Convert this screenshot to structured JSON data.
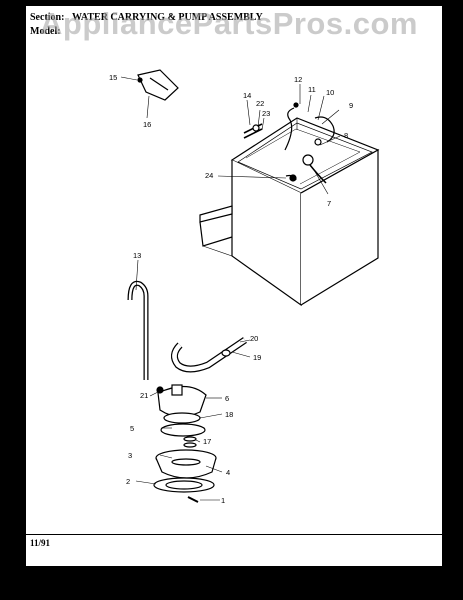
{
  "header": {
    "section_label": "Section:",
    "section_title": "WATER CARRYING & PUMP ASSEMBLY",
    "model_label": "Model:"
  },
  "footer": {
    "date": "11/91"
  },
  "watermark": {
    "text": "AppliancePartsPros.com"
  },
  "callouts": [
    "1",
    "2",
    "3",
    "4",
    "5",
    "6",
    "7",
    "8",
    "9",
    "10",
    "11",
    "12",
    "13",
    "14",
    "15",
    "16",
    "17",
    "18",
    "19",
    "20",
    "21",
    "22",
    "23",
    "24"
  ]
}
